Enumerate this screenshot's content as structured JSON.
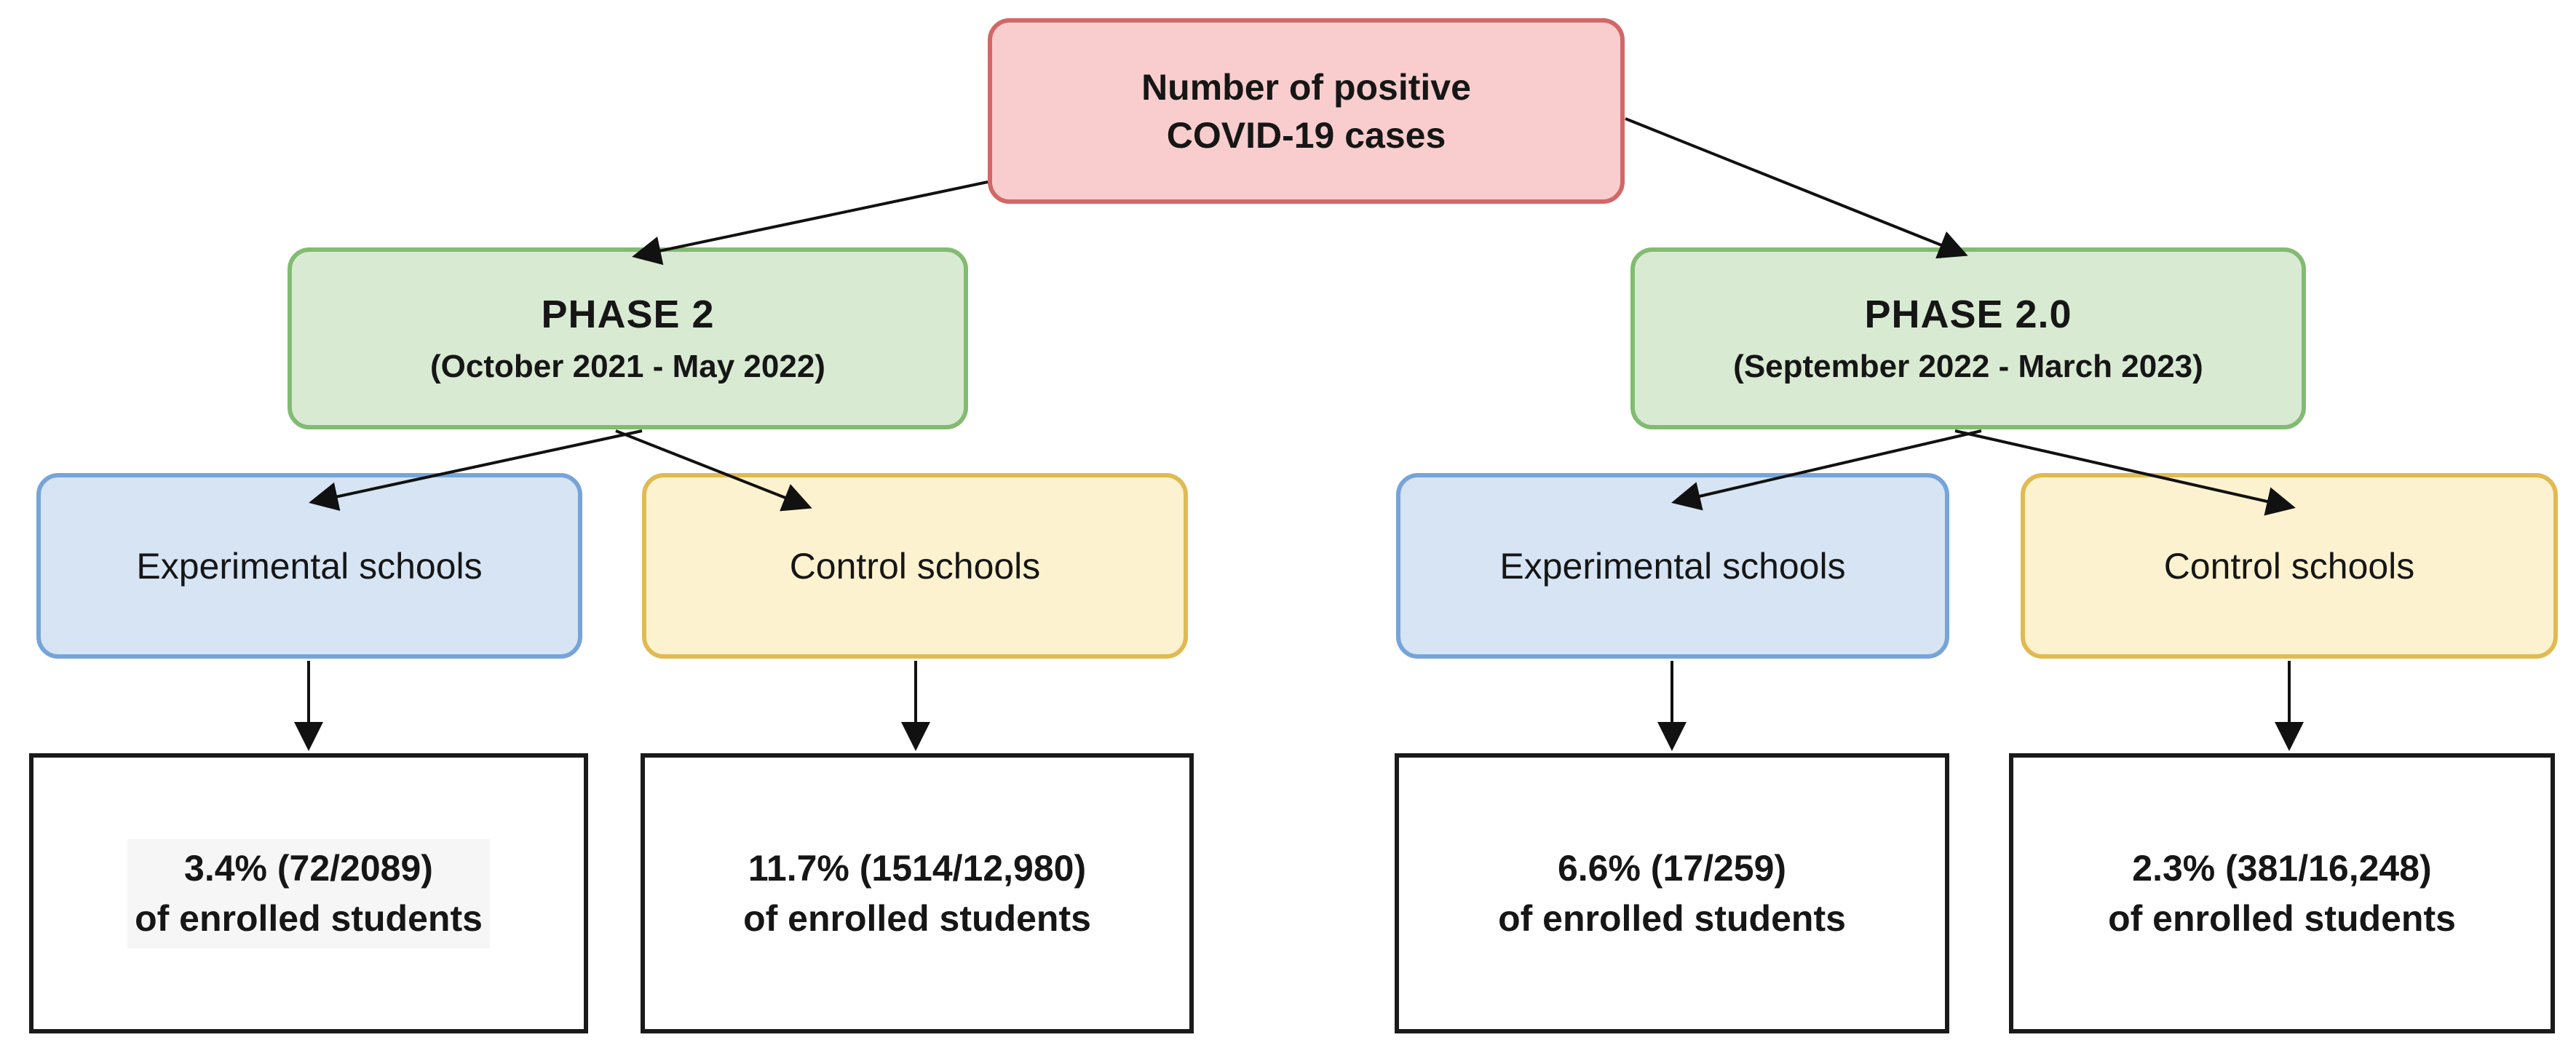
{
  "diagram": {
    "root": {
      "line1": "Number of positive",
      "line2": "COVID-19 cases"
    },
    "phases": [
      {
        "title": "PHASE 2",
        "subtitle": "(October 2021 - May 2022)"
      },
      {
        "title": "PHASE 2.0",
        "subtitle": "(September 2022 - March 2023)"
      }
    ],
    "groups": [
      {
        "label": "Experimental schools"
      },
      {
        "label": "Control schools"
      },
      {
        "label": "Experimental schools"
      },
      {
        "label": "Control schools"
      }
    ],
    "results": [
      {
        "value": "3.4% (72/2089)",
        "caption": "of enrolled students"
      },
      {
        "value": "11.7% (1514/12,980)",
        "caption": "of enrolled students"
      },
      {
        "value": "6.6% (17/259)",
        "caption": "of enrolled students"
      },
      {
        "value": "2.3% (381/16,248)",
        "caption": "of enrolled students"
      }
    ],
    "edges": [
      {
        "from": "root",
        "to": "phase-2"
      },
      {
        "from": "root",
        "to": "phase-2-0"
      },
      {
        "from": "phase-2",
        "to": "experimental-schools-1"
      },
      {
        "from": "phase-2",
        "to": "control-schools-1"
      },
      {
        "from": "phase-2-0",
        "to": "experimental-schools-2"
      },
      {
        "from": "phase-2-0",
        "to": "control-schools-2"
      },
      {
        "from": "experimental-schools-1",
        "to": "result-1"
      },
      {
        "from": "control-schools-1",
        "to": "result-2"
      },
      {
        "from": "experimental-schools-2",
        "to": "result-3"
      },
      {
        "from": "control-schools-2",
        "to": "result-4"
      }
    ],
    "colors": {
      "root_fill": "#f9cdcd",
      "root_stroke": "#d26767",
      "phase_fill": "#d9ead3",
      "phase_stroke": "#82bb72",
      "exp_fill": "#d6e4f4",
      "exp_stroke": "#77a4d8",
      "ctrl_fill": "#fdf2cf",
      "ctrl_stroke": "#e0ba52",
      "result_stroke": "#1a1a1a",
      "result1_text_bg": "#f6f6f6",
      "arrow": "#111111"
    }
  }
}
